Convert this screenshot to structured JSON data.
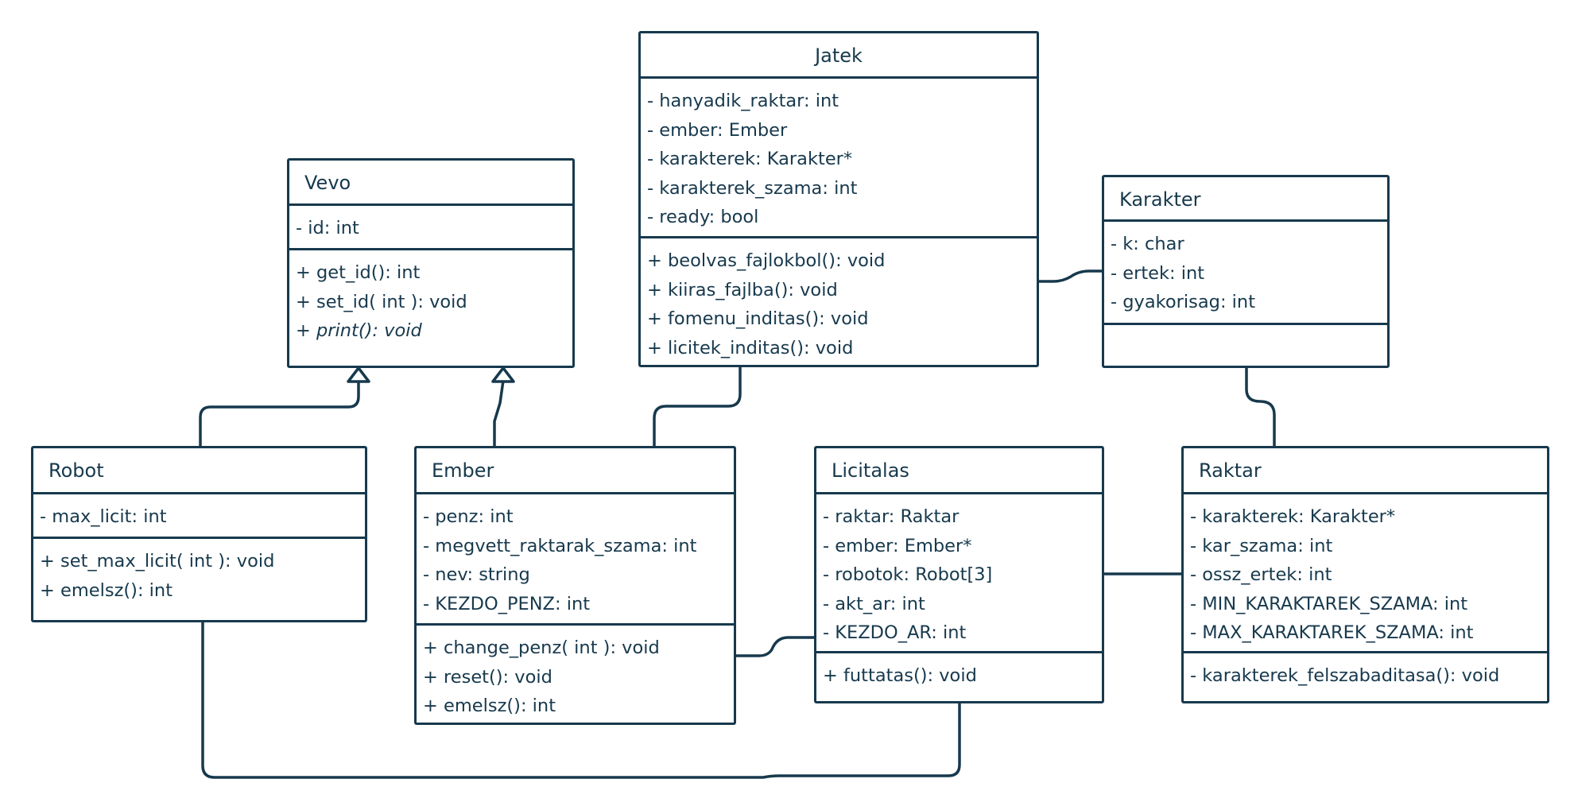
{
  "classes": {
    "jatek": {
      "name": "Jatek",
      "attributes": [
        "- hanyadik_raktar: int",
        "- ember: Ember",
        "- karakterek: Karakter*",
        "- karakterek_szama: int",
        "- ready: bool"
      ],
      "methods": [
        "+ beolvas_fajlokbol(): void",
        "+ kiiras_fajlba(): void",
        "+ fomenu_inditas(): void",
        "+ licitek_inditas(): void"
      ]
    },
    "vevo": {
      "name": "Vevo",
      "attributes": [
        "-  id: int"
      ],
      "methods": [
        "+  get_id(): int",
        "+ set_id( int ): void",
        "+ print(): void"
      ]
    },
    "karakter": {
      "name": "Karakter",
      "attributes": [
        "-  k: char",
        "- ertek: int",
        "- gyakorisag: int"
      ],
      "methods": []
    },
    "robot": {
      "name": "Robot",
      "attributes": [
        "- max_licit: int"
      ],
      "methods": [
        "+  set_max_licit( int ): void",
        "+ emelsz(): int"
      ]
    },
    "ember": {
      "name": "Ember",
      "attributes": [
        "- penz: int",
        "- megvett_raktarak_szama: int",
        "- nev: string",
        "- KEZDO_PENZ: int"
      ],
      "methods": [
        "+  change_penz( int ): void",
        "+ reset(): void",
        "+ emelsz(): int"
      ]
    },
    "licitalas": {
      "name": "Licitalas",
      "attributes": [
        "-  raktar: Raktar",
        "- ember: Ember*",
        "- robotok: Robot[3]",
        "- akt_ar: int",
        "- KEZDO_AR: int"
      ],
      "methods": [
        "+  futtatas(): void"
      ]
    },
    "raktar": {
      "name": "Raktar",
      "attributes": [
        "- karakterek: Karakter*",
        "- kar_szama: int",
        "- ossz_ertek: int",
        "- MIN_KARAKTAREK_SZAMA: int",
        "- MAX_KARAKTAREK_SZAMA: int"
      ],
      "methods": [
        "-  karakterek_felszabaditasa(): void"
      ]
    }
  },
  "relationships": [
    {
      "type": "generalization",
      "from": "Robot",
      "to": "Vevo"
    },
    {
      "type": "generalization",
      "from": "Ember",
      "to": "Vevo"
    },
    {
      "type": "association",
      "from": "Jatek",
      "to": "Karakter"
    },
    {
      "type": "association",
      "from": "Jatek",
      "to": "Ember"
    },
    {
      "type": "association",
      "from": "Karakter",
      "to": "Raktar"
    },
    {
      "type": "association",
      "from": "Ember",
      "to": "Licitalas"
    },
    {
      "type": "association",
      "from": "Licitalas",
      "to": "Raktar"
    },
    {
      "type": "association",
      "from": "Robot",
      "to": "Licitalas"
    }
  ],
  "colors": {
    "line": "#17394d",
    "background": "#ffffff"
  }
}
